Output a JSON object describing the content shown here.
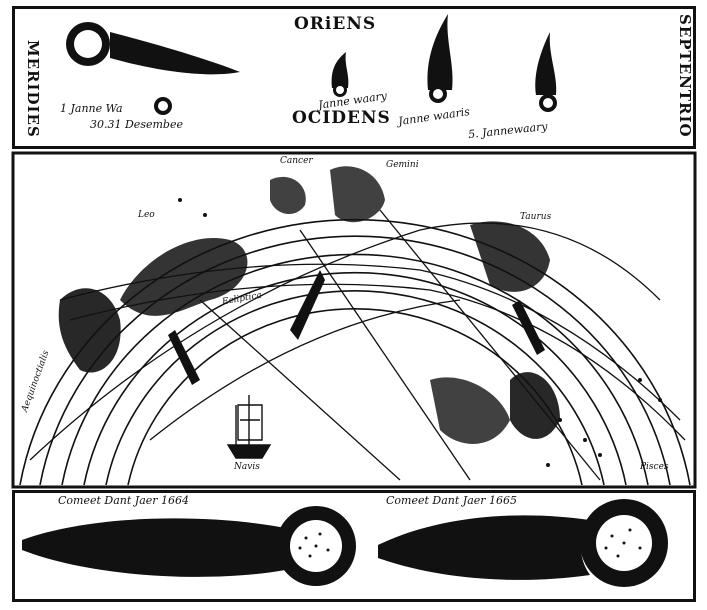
{
  "top": {
    "oriens": "ORiENS",
    "occidens": "OCIDENS",
    "meridies": "MERIDIES",
    "septentrio": "SEPTENTRIO",
    "date_left_1": "1 Janne Wa",
    "date_left_2": "30.31 Desembee",
    "date_mid": "Janne waary",
    "date_mid2": "Janne waaris",
    "date_right": "5. Jannewaary"
  },
  "map": {
    "cancer": "Cancer",
    "gemini": "Gemini",
    "leo": "Leo",
    "taurus": "Taurus",
    "navis": "Navis",
    "aequinoctialis": "Aequinoctialis",
    "pisces": "Pisces",
    "ecliptica": "Ecliptica"
  },
  "bottom": {
    "comet_1664": "Comeet Dant Jaer 1664",
    "comet_1665": "Comeet Dant Jaer 1665"
  },
  "colors": {
    "ink": "#111111",
    "paper": "#ffffff"
  }
}
